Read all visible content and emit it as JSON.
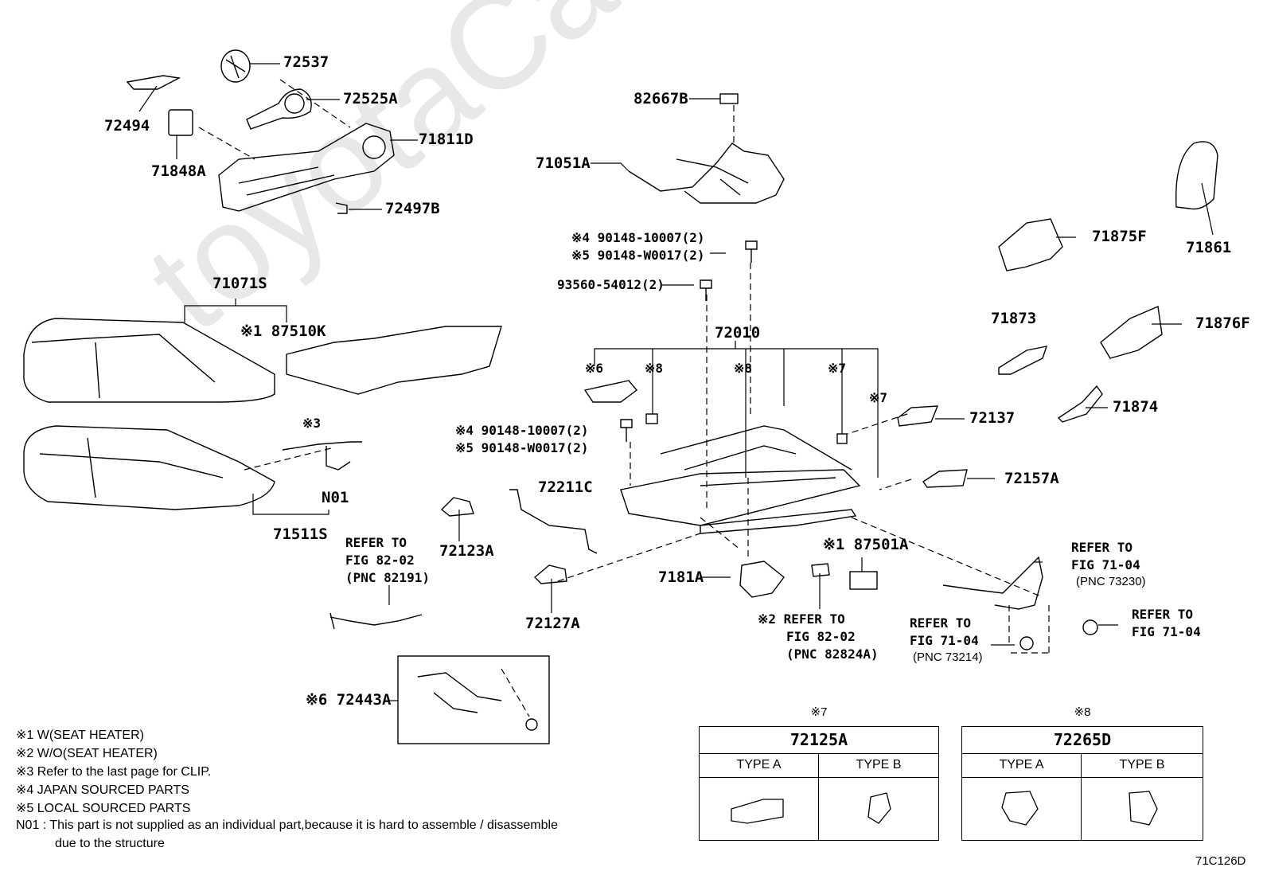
{
  "watermark": "toyotaCarMine.ru",
  "diagram_code": "71C126D",
  "labels": {
    "p72537": "72537",
    "p72494": "72494",
    "p72525A": "72525A",
    "p71811D": "71811D",
    "p71848A": "71848A",
    "p72497B": "72497B",
    "p82667B": "82667B",
    "p71051A": "71051A",
    "p71861": "71861",
    "p71875F": "71875F",
    "bolt1a": "※4 90148-10007(2)",
    "bolt1b": "※5 90148-W0017(2)",
    "bolt2": "93560-54012(2)",
    "p71071S": "71071S",
    "p87510K": "※1 87510K",
    "p72010": "72010",
    "p71873": "71873",
    "p71876F": "71876F",
    "m6": "※6",
    "m8a": "※8",
    "m8b": "※8",
    "m7a": "※7",
    "m7b": "※7",
    "m3": "※3",
    "p71874": "71874",
    "p72137": "72137",
    "bolt3a": "※4 90148-10007(2)",
    "bolt3b": "※5 90148-W0017(2)",
    "p72211C": "72211C",
    "p72157A": "72157A",
    "pN01": "N01",
    "p71511S": "71511S",
    "ref1a": "REFER TO",
    "ref1b": "FIG 82-02",
    "ref1c": "(PNC 82191)",
    "p72123A": "72123A",
    "p87501A": "※1 87501A",
    "ref2a": "REFER TO",
    "ref2b": "FIG 71-04",
    "ref2c": "(PNC 73230)",
    "p7181A": "7181A",
    "p72127A": "72127A",
    "ref3a": "※2 REFER TO",
    "ref3b": "FIG 82-02",
    "ref3c": "(PNC 82824A)",
    "ref4a": "REFER TO",
    "ref4b": "FIG 71-04",
    "ref4c": "(PNC 73214)",
    "ref5a": "REFER TO",
    "ref5b": "FIG 71-04",
    "p72443A": "※6 72443A"
  },
  "notes": [
    "※1 W(SEAT HEATER)",
    "※2 W/O(SEAT HEATER)",
    "※3 Refer to the last page for CLIP.",
    "※4 JAPAN SOURCED PARTS",
    "※5 LOCAL SOURCED PARTS",
    "N01 : This part is not supplied as an individual part,because it is hard to assemble / disassemble",
    "due to the structure"
  ],
  "tables": [
    {
      "caption": "※7",
      "part": "72125A",
      "type_a": "TYPE A",
      "type_b": "TYPE B"
    },
    {
      "caption": "※8",
      "part": "72265D",
      "type_a": "TYPE A",
      "type_b": "TYPE B"
    }
  ]
}
